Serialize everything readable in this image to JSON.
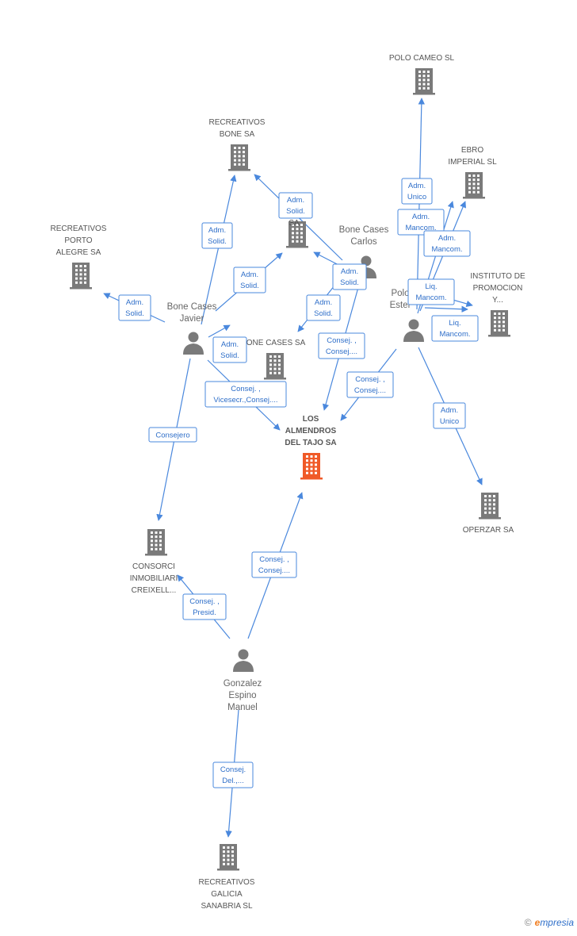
{
  "colors": {
    "company": "#7a7a7a",
    "main_company": "#f05a28",
    "person": "#7a7a7a",
    "edge": "#4a88dd"
  },
  "nodes": [
    {
      "id": "polo_cameo",
      "type": "company",
      "icon": "building-icon",
      "label": [
        "POLO CAMEO SL"
      ]
    },
    {
      "id": "recreativos_bone",
      "type": "company",
      "icon": "building-icon",
      "label": [
        "RECREATIVOS",
        "BONE SA"
      ]
    },
    {
      "id": "ebro",
      "type": "company",
      "icon": "building-icon",
      "label": [
        "EBRO",
        "IMPERIAL SL"
      ]
    },
    {
      "id": "pir",
      "type": "company",
      "icon": "building-icon",
      "label": [
        "PIR",
        "SA"
      ]
    },
    {
      "id": "porto",
      "type": "company",
      "icon": "building-icon",
      "label": [
        "RECREATIVOS",
        "PORTO",
        "ALEGRE SA"
      ]
    },
    {
      "id": "instituto",
      "type": "company",
      "icon": "building-icon",
      "label": [
        "INSTITUTO DE",
        "PROMOCION",
        "Y..."
      ]
    },
    {
      "id": "bone_cases_sa",
      "type": "company",
      "icon": "building-icon",
      "label": [
        "ONE CASES SA"
      ]
    },
    {
      "id": "almendros",
      "type": "main",
      "icon": "building-icon",
      "label": [
        "LOS",
        "ALMENDROS",
        "DEL TAJO SA"
      ]
    },
    {
      "id": "operzar",
      "type": "company",
      "icon": "building-icon",
      "label": [
        "OPERZAR SA"
      ]
    },
    {
      "id": "consorci",
      "type": "company",
      "icon": "building-icon",
      "label": [
        "CONSORCI",
        "INMOBILIARI",
        "CREIXELL..."
      ]
    },
    {
      "id": "galicia",
      "type": "company",
      "icon": "building-icon",
      "label": [
        "RECREATIVOS",
        "GALICIA",
        "SANABRIA SL"
      ]
    },
    {
      "id": "bone_carlos",
      "type": "person",
      "icon": "person-icon",
      "label": [
        "Bone Cases",
        "Carlos"
      ]
    },
    {
      "id": "bone_javier",
      "type": "person",
      "icon": "person-icon",
      "label": [
        "Bone Cases",
        "Javier"
      ]
    },
    {
      "id": "polo_ester",
      "type": "person",
      "icon": "person-icon",
      "label": [
        "Polo",
        "Ester"
      ]
    },
    {
      "id": "gonzalez",
      "type": "person",
      "icon": "person-icon",
      "label": [
        "Gonzalez",
        "Espino",
        "Manuel"
      ]
    }
  ],
  "edges": [
    {
      "from": "polo_ester",
      "to": "polo_cameo",
      "label": [
        "Adm.",
        "Unico"
      ]
    },
    {
      "from": "polo_ester",
      "to": "ebro",
      "label": [
        "Adm.",
        "Mancom."
      ]
    },
    {
      "from": "polo_ester",
      "to": "ebro",
      "label": [
        "Adm.",
        "Mancom."
      ]
    },
    {
      "from": "polo_ester",
      "to": "instituto",
      "label": [
        "Liq.",
        "Mancom."
      ]
    },
    {
      "from": "polo_ester",
      "to": "instituto",
      "label": [
        "Liq.",
        "Mancom."
      ]
    },
    {
      "from": "polo_ester",
      "to": "operzar",
      "label": [
        "Adm.",
        "Unico"
      ]
    },
    {
      "from": "polo_ester",
      "to": "almendros",
      "label": [
        "Consej. ,",
        "Consej...."
      ]
    },
    {
      "from": "bone_carlos",
      "to": "recreativos_bone",
      "label": [
        "Adm.",
        "Solid."
      ]
    },
    {
      "from": "bone_carlos",
      "to": "pir",
      "label": [
        "Adm.",
        "Solid."
      ]
    },
    {
      "from": "bone_carlos",
      "to": "bone_cases_sa",
      "label": [
        "Adm.",
        "Solid."
      ]
    },
    {
      "from": "bone_carlos",
      "to": "almendros",
      "label": [
        "Consej. ,",
        "Consej...."
      ]
    },
    {
      "from": "bone_javier",
      "to": "recreativos_bone",
      "label": [
        "Adm.",
        "Solid."
      ]
    },
    {
      "from": "bone_javier",
      "to": "pir",
      "label": [
        "Adm.",
        "Solid."
      ]
    },
    {
      "from": "bone_javier",
      "to": "porto",
      "label": [
        "Adm.",
        "Solid."
      ]
    },
    {
      "from": "bone_javier",
      "to": "bone_cases_sa",
      "label": [
        "Adm.",
        "Solid."
      ]
    },
    {
      "from": "bone_javier",
      "to": "almendros",
      "label": [
        "Consej. ,",
        "Vicesecr.,Consej...."
      ]
    },
    {
      "from": "bone_javier",
      "to": "consorci",
      "label": [
        "Consejero"
      ]
    },
    {
      "from": "gonzalez",
      "to": "almendros",
      "label": [
        "Consej. ,",
        "Consej...."
      ]
    },
    {
      "from": "gonzalez",
      "to": "consorci",
      "label": [
        "Consej. ,",
        "Presid."
      ]
    },
    {
      "from": "gonzalez",
      "to": "galicia",
      "label": [
        "Consej.",
        "Del.,..."
      ]
    }
  ],
  "footer": {
    "copyright": "©",
    "brand_initial": "e",
    "brand_rest": "mpresia"
  }
}
